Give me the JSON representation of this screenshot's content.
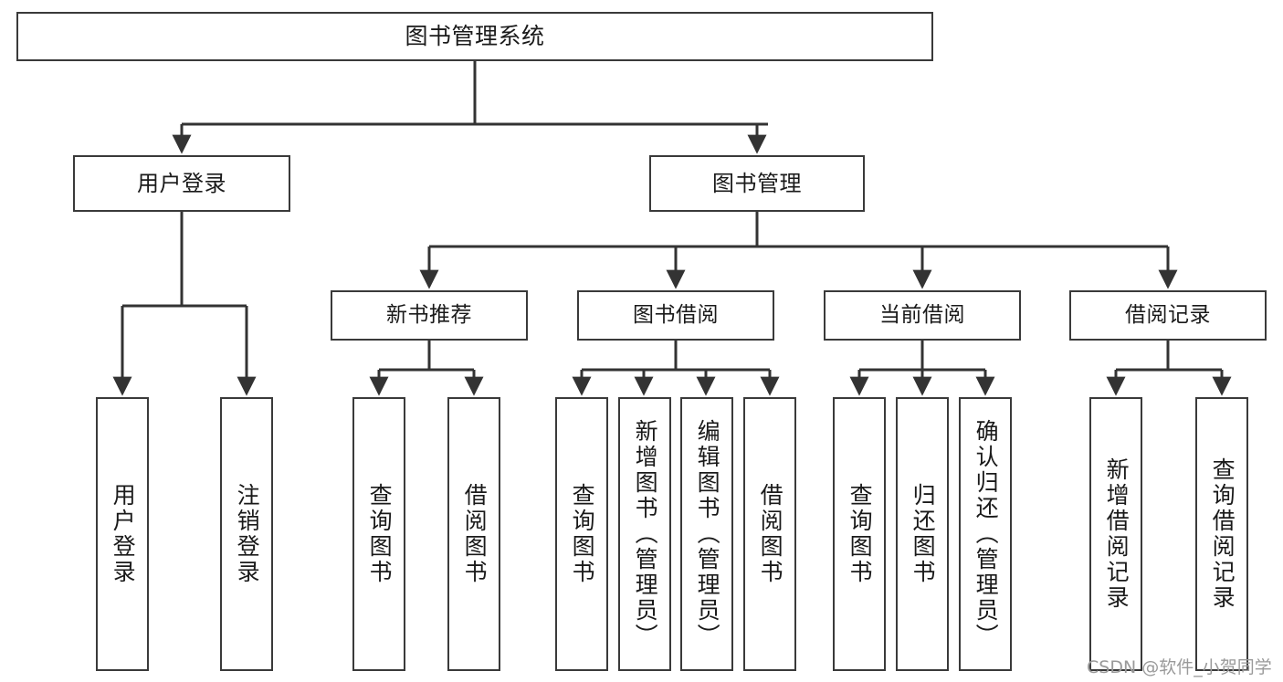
{
  "diagram": {
    "type": "tree",
    "title": "图书管理系统",
    "root": {
      "label": "图书管理系统"
    },
    "level1": [
      {
        "label": "用户登录"
      },
      {
        "label": "图书管理"
      }
    ],
    "level2": [
      {
        "label": "新书推荐",
        "parent": "图书管理"
      },
      {
        "label": "图书借阅",
        "parent": "图书管理"
      },
      {
        "label": "当前借阅",
        "parent": "图书管理"
      },
      {
        "label": "借阅记录",
        "parent": "图书管理"
      }
    ],
    "leaves": [
      {
        "label": "用户登录",
        "parent": "用户登录"
      },
      {
        "label": "注销登录",
        "parent": "用户登录"
      },
      {
        "label": "查询图书",
        "parent": "新书推荐"
      },
      {
        "label": "借阅图书",
        "parent": "新书推荐"
      },
      {
        "label": "查询图书",
        "parent": "图书借阅"
      },
      {
        "label": "新增图书（管理员）",
        "parent": "图书借阅"
      },
      {
        "label": "编辑图书（管理员）",
        "parent": "图书借阅"
      },
      {
        "label": "借阅图书",
        "parent": "图书借阅"
      },
      {
        "label": "查询图书",
        "parent": "当前借阅"
      },
      {
        "label": "归还图书",
        "parent": "当前借阅"
      },
      {
        "label": "确认归还（管理员）",
        "parent": "当前借阅"
      },
      {
        "label": "新增借阅记录",
        "parent": "借阅记录"
      },
      {
        "label": "查询借阅记录",
        "parent": "借阅记录"
      }
    ],
    "colors": {
      "box_border": "#3a3a3a",
      "box_fill": "#ffffff",
      "connector": "#333333",
      "text": "#1a1a1a",
      "watermark": "#9a9a9a"
    }
  },
  "watermark": {
    "text": "CSDN @软件_小贺同学"
  }
}
